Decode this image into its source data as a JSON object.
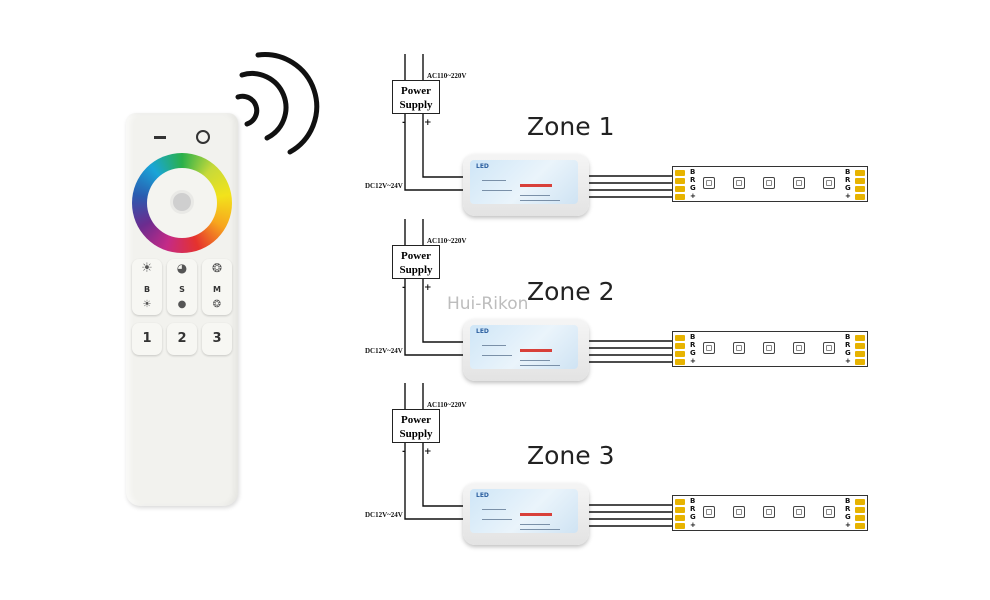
{
  "watermark": "Hui-Rikon",
  "remote": {
    "columns": [
      {
        "letter": "B"
      },
      {
        "letter": "S"
      },
      {
        "letter": "M"
      }
    ],
    "zone_keys": [
      "1",
      "2",
      "3"
    ]
  },
  "zones": [
    {
      "title": "Zone 1",
      "ac_label": "AC110~220V",
      "dc_label": "DC12V~24V",
      "psu_line1": "Power",
      "psu_line2": "Supply",
      "minus": "-",
      "plus": "+"
    },
    {
      "title": "Zone 2",
      "ac_label": "AC110~220V",
      "dc_label": "DC12V~24V",
      "psu_line1": "Power",
      "psu_line2": "Supply",
      "minus": "-",
      "plus": "+"
    },
    {
      "title": "Zone 3",
      "ac_label": "AC110~220V",
      "dc_label": "DC12V~24V",
      "psu_line1": "Power",
      "psu_line2": "Supply",
      "minus": "-",
      "plus": "+"
    }
  ],
  "controller": {
    "brand": "LED"
  },
  "strip": {
    "pins_left": [
      "B",
      "R",
      "G",
      "+"
    ],
    "pins_right": [
      "B",
      "R",
      "G",
      "+"
    ]
  }
}
